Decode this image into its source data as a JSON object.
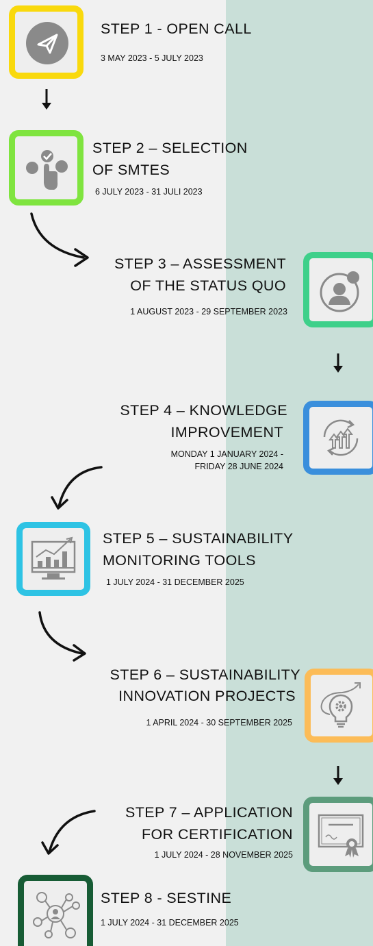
{
  "colors": {
    "bg_left": "#f1f1f1",
    "bg_right": "#c9dfd8",
    "step1": "#f9d90d",
    "step2": "#7fe43f",
    "step3": "#3ed08a",
    "step4": "#3a8fdc",
    "step5": "#2ec3e4",
    "step6": "#fcbc58",
    "step7": "#5c9c7c",
    "step8": "#175c35"
  },
  "steps": [
    {
      "title_1": "STEP 1 - OPEN CALL",
      "title_2": "",
      "date_1": "3 MAY 2023 - 5 JULY 2023",
      "date_2": "",
      "icon": "paper-plane-icon"
    },
    {
      "title_1": "STEP 2 – SELECTION",
      "title_2": "OF SMTES",
      "date_1": "6  JULY 2023 - 31 JULI 2023",
      "date_2": "",
      "icon": "hand-select-icon"
    },
    {
      "title_1": "STEP 3 – ASSESSMENT",
      "title_2": "OF THE STATUS QUO",
      "date_1": "1 AUGUST 2023 - 29 SEPTEMBER 2023",
      "date_2": "",
      "icon": "user-profile-icon"
    },
    {
      "title_1": "STEP 4 –  KNOWLEDGE",
      "title_2": "IMPROVEMENT",
      "date_1": "MONDAY 1 JANUARY 2024 -",
      "date_2": "FRIDAY 28 JUNE 2024",
      "icon": "growth-cycle-icon"
    },
    {
      "title_1": "STEP 5 – SUSTAINABILITY",
      "title_2": "MONITORING TOOLS",
      "date_1": "1 JULY 2024 - 31 DECEMBER 2025",
      "date_2": "",
      "icon": "monitor-chart-icon"
    },
    {
      "title_1": "STEP 6 – SUSTAINABILITY",
      "title_2": "INNOVATION PROJECTS",
      "date_1": "1 APRIL 2024 - 30 SEPTEMBER 2025",
      "date_2": "",
      "icon": "lightbulb-gear-icon"
    },
    {
      "title_1": "STEP 7 –  APPLICATION",
      "title_2": "FOR CERTIFICATION",
      "date_1": "1 JULY 2024 - 28 NOVEMBER 2025",
      "date_2": "",
      "icon": "certificate-icon"
    },
    {
      "title_1": "STEP 8 - SESTINE",
      "title_2": "",
      "date_1": "1 JULY 2024 - 31 DECEMBER 2025",
      "date_2": "",
      "icon": "network-people-icon"
    }
  ]
}
